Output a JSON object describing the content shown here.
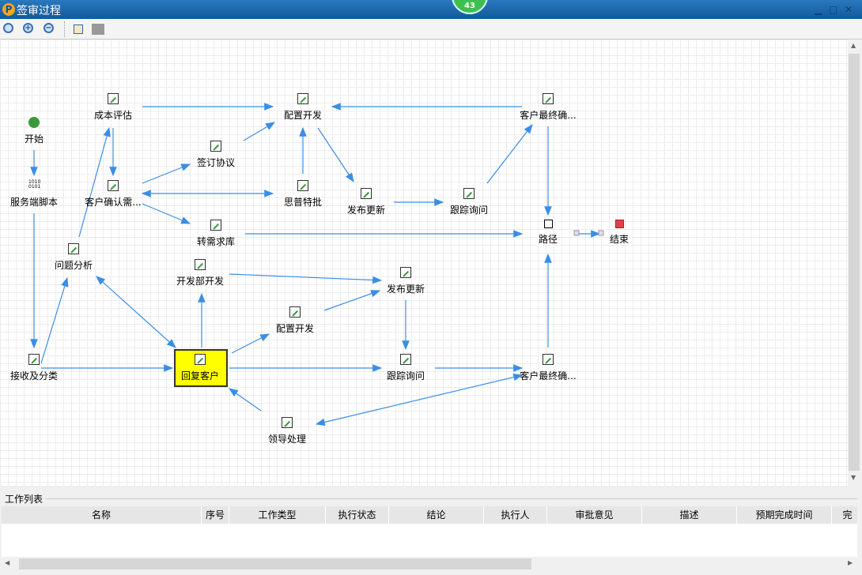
{
  "window": {
    "title": "签审过程",
    "logo": "P",
    "badge": "43"
  },
  "toolbar": {
    "icons": [
      "zoom-fit-icon",
      "zoom-in-icon",
      "zoom-out-icon",
      "fit-page-icon",
      "print-icon"
    ]
  },
  "nodes": [
    {
      "id": "start",
      "label": "开始",
      "type": "start"
    },
    {
      "id": "script",
      "label": "服务端脚本",
      "type": "script"
    },
    {
      "id": "cost",
      "label": "成本评估",
      "type": "task"
    },
    {
      "id": "confirm",
      "label": "客户确认需...",
      "type": "task"
    },
    {
      "id": "sign",
      "label": "签订协议",
      "type": "task"
    },
    {
      "id": "config1",
      "label": "配置开发",
      "type": "task"
    },
    {
      "id": "approve",
      "label": "思普特批",
      "type": "task"
    },
    {
      "id": "release1",
      "label": "发布更新",
      "type": "task"
    },
    {
      "id": "track1",
      "label": "跟踪询问",
      "type": "task"
    },
    {
      "id": "final1",
      "label": "客户最终确...",
      "type": "task"
    },
    {
      "id": "req",
      "label": "转需求库",
      "type": "task"
    },
    {
      "id": "route",
      "label": "路径",
      "type": "route"
    },
    {
      "id": "end",
      "label": "结束",
      "type": "end"
    },
    {
      "id": "analysis",
      "label": "问题分析",
      "type": "task"
    },
    {
      "id": "devdept",
      "label": "开发部开发",
      "type": "task"
    },
    {
      "id": "release2",
      "label": "发布更新",
      "type": "task"
    },
    {
      "id": "config2",
      "label": "配置开发",
      "type": "task"
    },
    {
      "id": "receive",
      "label": "接收及分类",
      "type": "task"
    },
    {
      "id": "reply",
      "label": "回复客户",
      "type": "task",
      "active": true
    },
    {
      "id": "track2",
      "label": "跟踪询问",
      "type": "task"
    },
    {
      "id": "final2",
      "label": "客户最终确...",
      "type": "task"
    },
    {
      "id": "leader",
      "label": "领导处理",
      "type": "task"
    }
  ],
  "worklist": {
    "title": "工作列表",
    "columns": [
      "名称",
      "序号",
      "工作类型",
      "执行状态",
      "结论",
      "执行人",
      "审批意见",
      "描述",
      "预期完成时间",
      "完"
    ]
  },
  "colors": {
    "titlebar": "#1a64a8",
    "edge": "#3a8ee6",
    "active": "#ffff00"
  }
}
